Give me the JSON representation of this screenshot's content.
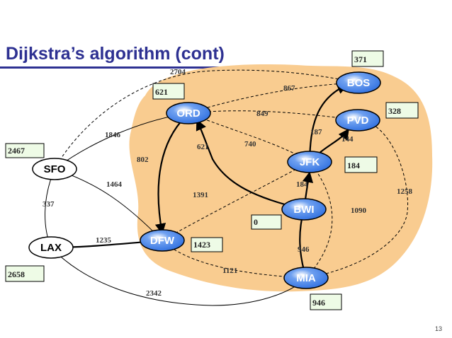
{
  "title": "Dijkstra’s algorithm (cont)",
  "page_number": "13",
  "colors": {
    "title": "#2e3192",
    "cloud": "#f9cc90",
    "node_fill": "#3f7fe6",
    "node_highlight": "#ffffff",
    "dist_box": "#eefbe6"
  },
  "nodes": [
    {
      "id": "BOS",
      "label": "BOS",
      "style": "blue",
      "distance": "371"
    },
    {
      "id": "ORD",
      "label": "ORD",
      "style": "blue",
      "distance": "621"
    },
    {
      "id": "PVD",
      "label": "PVD",
      "style": "blue",
      "distance": "328"
    },
    {
      "id": "JFK",
      "label": "JFK",
      "style": "blue",
      "distance": "184"
    },
    {
      "id": "SFO",
      "label": "SFO",
      "style": "white",
      "distance": "2467"
    },
    {
      "id": "BWI",
      "label": "BWI",
      "style": "blue",
      "distance": "0"
    },
    {
      "id": "LAX",
      "label": "LAX",
      "style": "white",
      "distance": "2658"
    },
    {
      "id": "DFW",
      "label": "DFW",
      "style": "blue",
      "distance": "1423"
    },
    {
      "id": "MIA",
      "label": "MIA",
      "style": "blue",
      "distance": "946"
    }
  ],
  "edges": [
    {
      "from": "SFO",
      "to": "BOS",
      "weight": "2704",
      "style": "dashed"
    },
    {
      "from": "ORD",
      "to": "BOS",
      "weight": "867",
      "style": "dashed"
    },
    {
      "from": "ORD",
      "to": "PVD",
      "weight": "849",
      "style": "dashed"
    },
    {
      "from": "SFO",
      "to": "ORD",
      "weight": "1846",
      "style": "solid"
    },
    {
      "from": "JFK",
      "to": "BOS",
      "weight": "187",
      "style": "tree"
    },
    {
      "from": "JFK",
      "to": "PVD",
      "weight": "144",
      "style": "tree"
    },
    {
      "from": "ORD",
      "to": "JFK",
      "weight": "740",
      "style": "dashed"
    },
    {
      "from": "ORD",
      "to": "DFW",
      "weight": "802",
      "style": "tree"
    },
    {
      "from": "BWI",
      "to": "ORD",
      "weight": "621",
      "style": "tree"
    },
    {
      "from": "BWI",
      "to": "JFK",
      "weight": "184",
      "style": "tree"
    },
    {
      "from": "SFO",
      "to": "DFW",
      "weight": "1464",
      "style": "solid"
    },
    {
      "from": "DFW",
      "to": "JFK",
      "weight": "1391",
      "style": "dashed"
    },
    {
      "from": "PVD",
      "to": "MIA",
      "weight": "1258",
      "style": "dashed"
    },
    {
      "from": "JFK",
      "to": "MIA",
      "weight": "1090",
      "style": "dashed"
    },
    {
      "from": "SFO",
      "to": "LAX",
      "weight": "337",
      "style": "solid"
    },
    {
      "from": "LAX",
      "to": "DFW",
      "weight": "1235",
      "style": "tree"
    },
    {
      "from": "BWI",
      "to": "MIA",
      "weight": "946",
      "style": "tree"
    },
    {
      "from": "DFW",
      "to": "MIA",
      "weight": "1121",
      "style": "dashed"
    },
    {
      "from": "LAX",
      "to": "MIA",
      "weight": "2342",
      "style": "solid"
    }
  ]
}
